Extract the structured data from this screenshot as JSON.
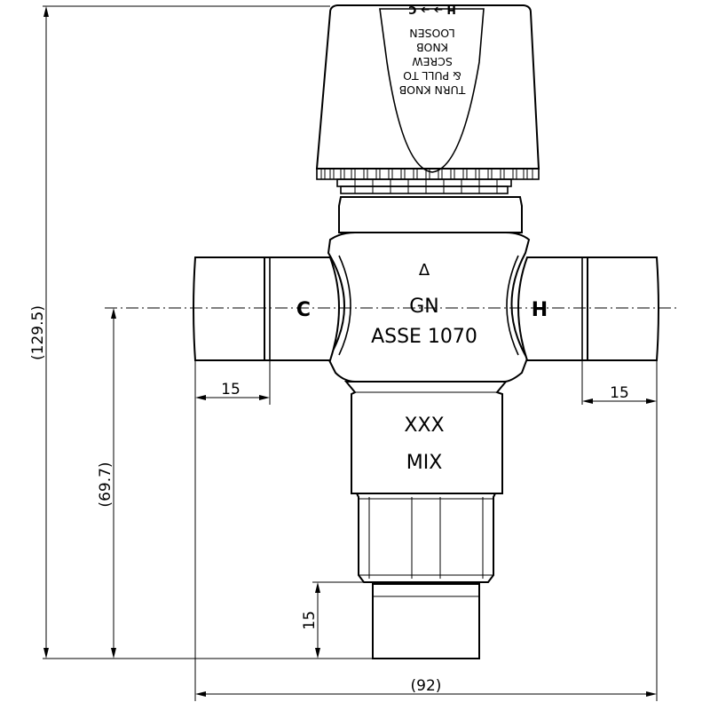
{
  "knob": {
    "label_lines": [
      "TURN KNOB",
      "& PULL TO",
      "SCREW",
      "KNOB",
      "LOOSEN"
    ],
    "direction": "H ➔ ➔ C"
  },
  "valve": {
    "inlet_cold": "C",
    "inlet_hot": "H",
    "arrow": "Δ",
    "maker_mark": "GN",
    "standard": "ASSE 1070",
    "code": "XXX",
    "outlet": "MIX"
  },
  "dimensions": {
    "overall_height": "(129.5)",
    "center_to_bottom": "(69.7)",
    "overall_width": "(92)",
    "left_inlet_length": "15",
    "right_inlet_length": "15",
    "outlet_thread_length": "15"
  }
}
